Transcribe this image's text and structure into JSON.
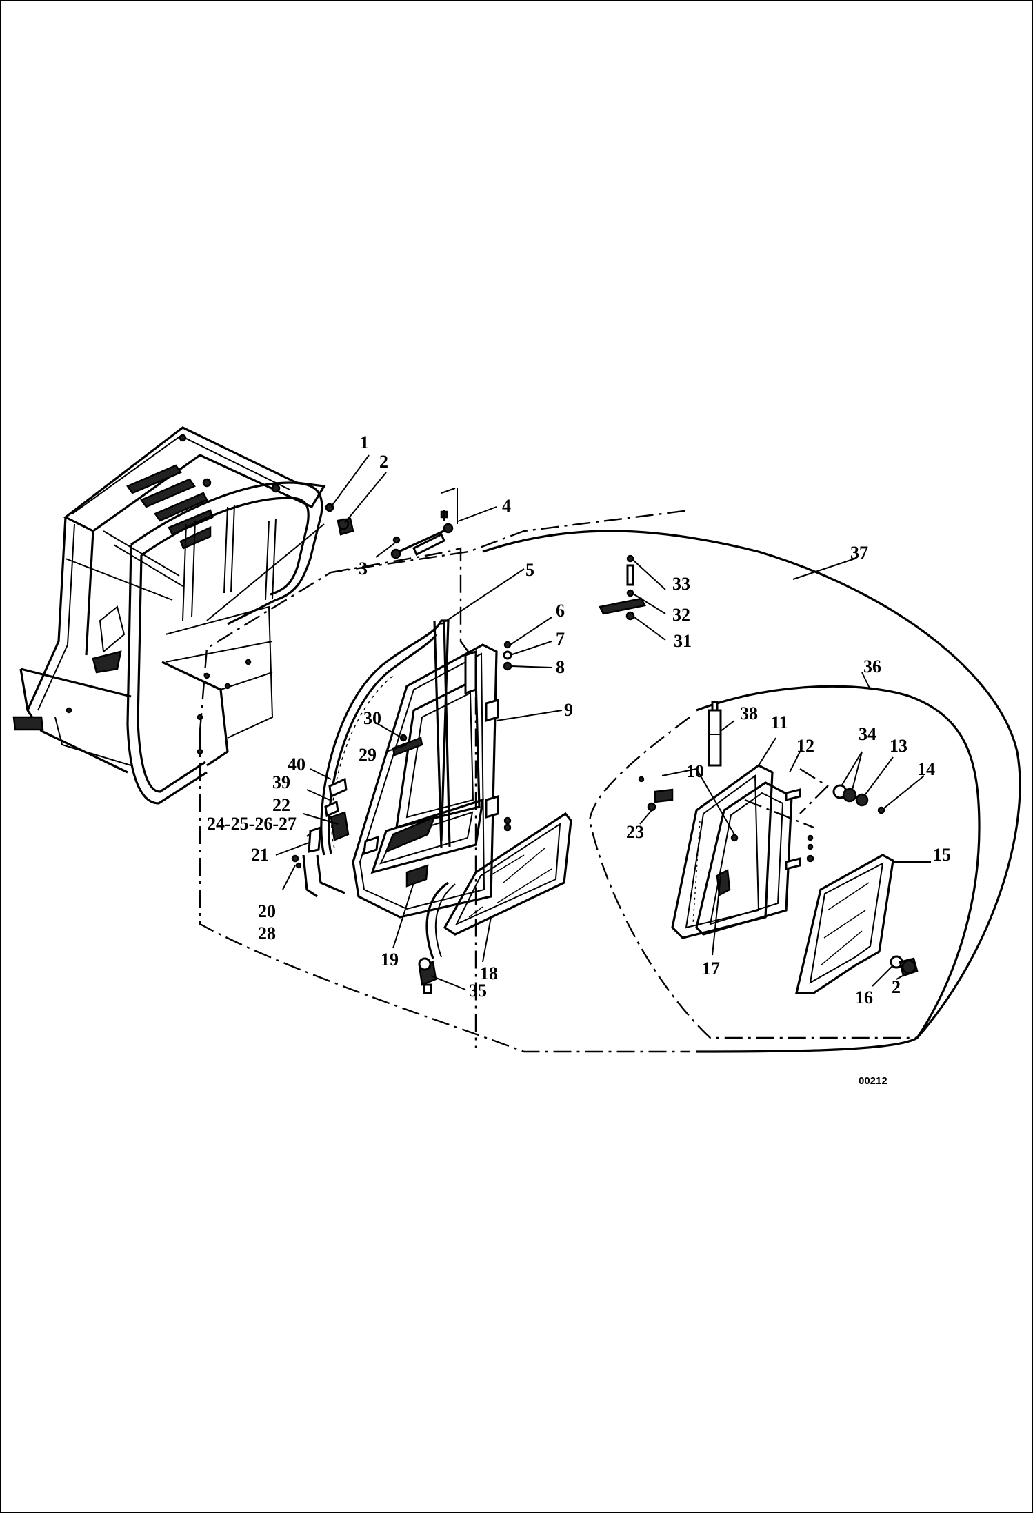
{
  "drawing_code": "00212",
  "labels": {
    "l1": "1",
    "l2": "2",
    "l2b": "2",
    "l3": "3",
    "l4": "4",
    "l5": "5",
    "l6": "6",
    "l7": "7",
    "l8": "8",
    "l9": "9",
    "l10": "10",
    "l11": "11",
    "l12": "12",
    "l13": "13",
    "l14": "14",
    "l15": "15",
    "l16": "16",
    "l17": "17",
    "l18": "18",
    "l19": "19",
    "l20": "20",
    "l21": "21",
    "l22": "22",
    "l23": "23",
    "l24": "24-25-26-27",
    "l28": "28",
    "l29": "29",
    "l30": "30",
    "l31": "31",
    "l32": "32",
    "l33": "33",
    "l34": "34",
    "l35": "35",
    "l36": "36",
    "l37": "37",
    "l38": "38",
    "l39": "39",
    "l40": "40"
  }
}
